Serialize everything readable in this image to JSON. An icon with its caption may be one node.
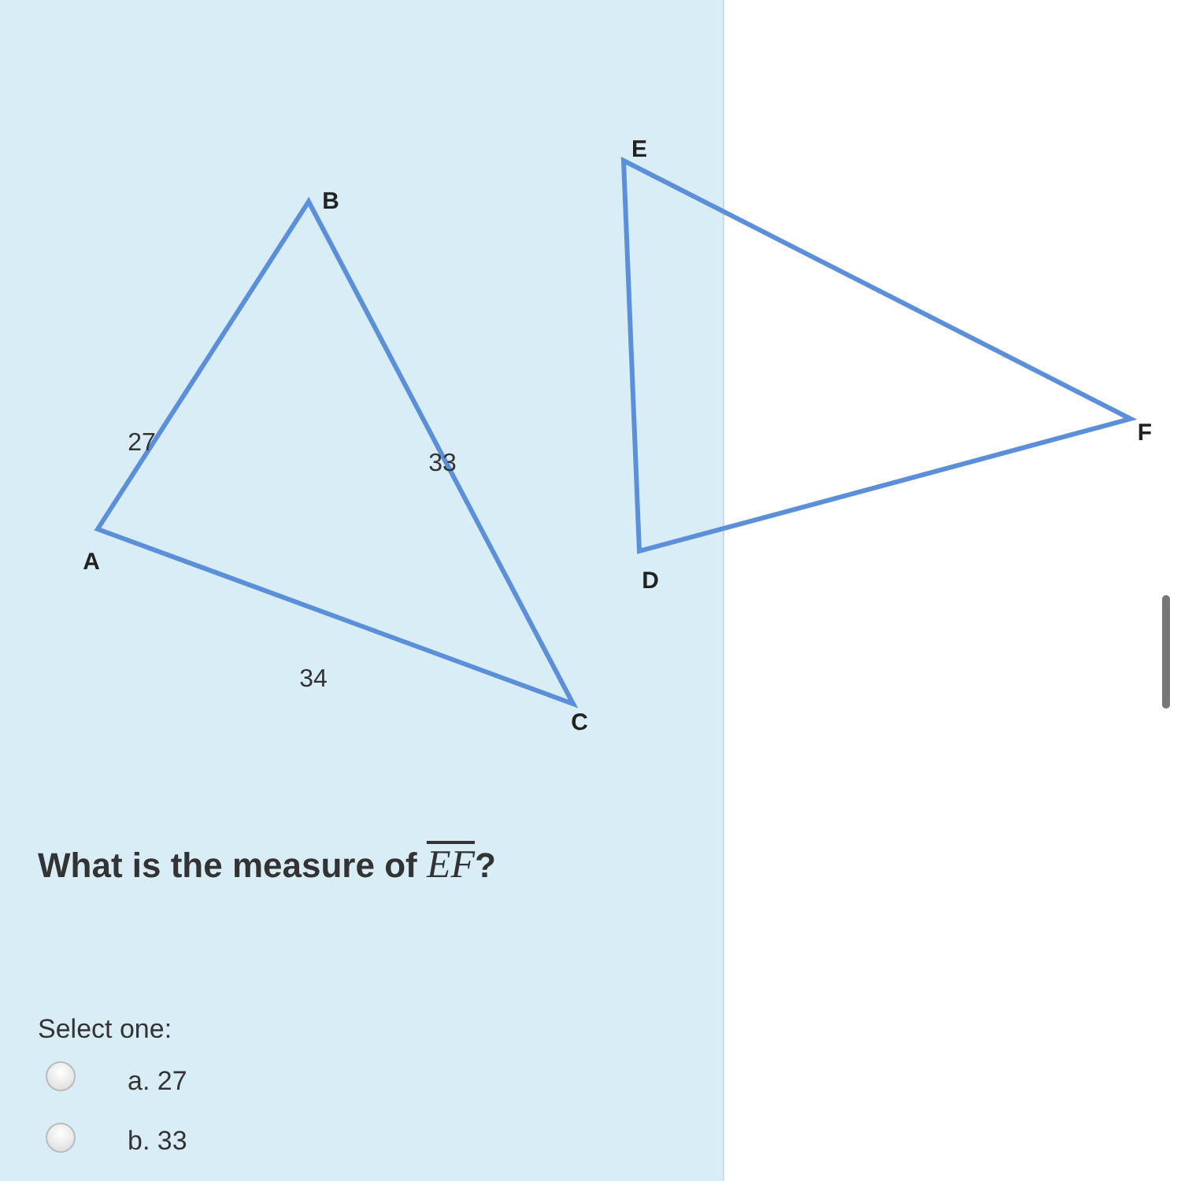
{
  "diagram": {
    "labels": [
      "E",
      "B",
      "F",
      "27",
      "33",
      "A",
      "D",
      "34",
      "C",
      "What is the measure of *EF*?",
      "Select one:",
      "a. 27",
      "b. 33"
    ]
  }
}
